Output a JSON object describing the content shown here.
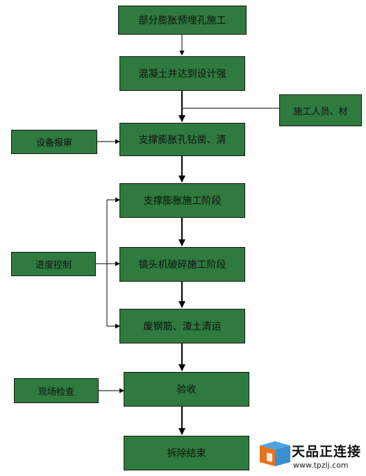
{
  "flow": {
    "step1": "部分膨胀预埋孔施工",
    "step2": "混凝土并达到设计强",
    "step3": "支撑膨胀孔钻凿、清",
    "step4": "支撑膨胀施工阶段",
    "step5": "镐头机破碎施工阶段",
    "step6": "废钢筋、渣土清运",
    "step7": "验收",
    "step8": "拆除结束"
  },
  "inputs": {
    "personnel": "施工人员、材",
    "equipment": "设备报审",
    "progress": "进度控制",
    "inspection": "现场检查"
  },
  "watermark": {
    "brand": "天品正连接",
    "url": "www.tpzlj.com"
  },
  "colors": {
    "box_fill": "#2f7a3e",
    "border": "#1a1a1a",
    "logo_orange": "#e8731c",
    "logo_blue": "#3a8fd0"
  }
}
